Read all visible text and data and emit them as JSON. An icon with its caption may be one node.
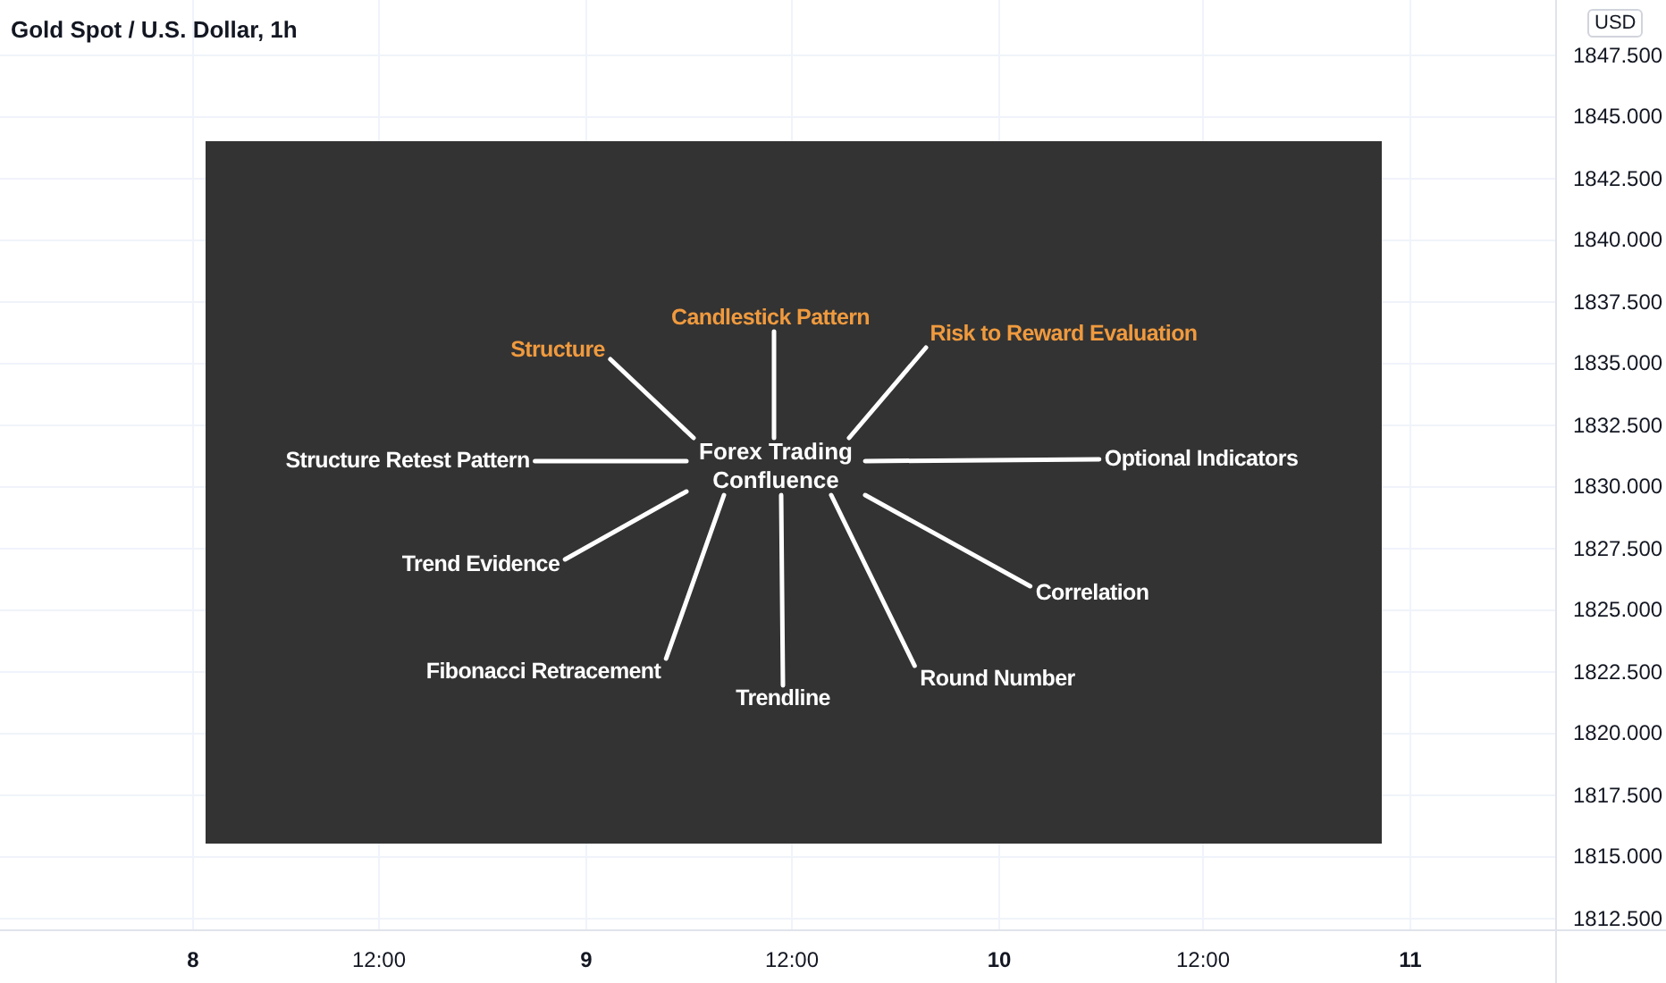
{
  "diagram": {
    "title": "Gold Spot / U.S. Dollar, 1h",
    "nodes": [
      {
        "text": [
          "Structure"
        ]
      },
      {
        "text": [
          "Candlestick Pattern"
        ]
      },
      {
        "text": [
          "Risk to Reward Evaluation"
        ]
      },
      {
        "text": [
          "Structure Retest Pattern"
        ]
      },
      {
        "text": [
          "Forex Trading Confluence"
        ]
      },
      {
        "text": [
          "Optional Indicators"
        ]
      },
      {
        "text": [
          "Trend Evidence"
        ]
      },
      {
        "text": [
          "Correlation"
        ]
      },
      {
        "text": [
          "Fibonacci Retracement"
        ]
      },
      {
        "text": [
          "Trendline"
        ]
      },
      {
        "text": [
          "Round Number"
        ]
      }
    ],
    "edges": [
      {
        "from": 4,
        "to": 0,
        "arrow": "none"
      },
      {
        "from": 4,
        "to": 1,
        "arrow": "none"
      },
      {
        "from": 4,
        "to": 2,
        "arrow": "none"
      },
      {
        "from": 4,
        "to": 3,
        "arrow": "none"
      },
      {
        "from": 4,
        "to": 5,
        "arrow": "none"
      },
      {
        "from": 4,
        "to": 6,
        "arrow": "none"
      },
      {
        "from": 4,
        "to": 7,
        "arrow": "none"
      },
      {
        "from": 4,
        "to": 8,
        "arrow": "none"
      },
      {
        "from": 4,
        "to": 9,
        "arrow": "none"
      },
      {
        "from": 4,
        "to": 10,
        "arrow": "none"
      }
    ],
    "labels": [
      "USD",
      "1847.500",
      "1845.000",
      "1842.500",
      "1840.000",
      "1837.500",
      "1835.000",
      "1832.500",
      "1830.000",
      "1827.500",
      "1825.000",
      "1822.500",
      "1820.000",
      "1817.500",
      "1815.000",
      "1812.500",
      "8",
      "12:00",
      "9",
      "12:00",
      "10",
      "12:00",
      "11"
    ]
  }
}
